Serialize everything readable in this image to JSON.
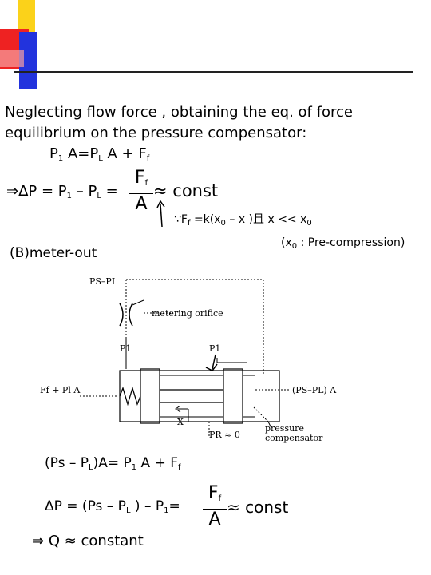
{
  "slide": {
    "intro_line1": "Neglecting flow force , obtaining the eq. of force",
    "intro_line2": "equilibrium on the pressure compensator:",
    "eq1": {
      "a": "P",
      "a_sub": "1",
      "b": " A=P",
      "b_sub": "L",
      "c": " A + F",
      "c_sub": "f"
    },
    "dp_eq": {
      "lead": "⇒ΔP = P",
      "p1_sub": "1",
      "mid": " – P",
      "pl_sub": "L",
      "eq": " =",
      "frac_num": "F",
      "frac_num_sub": "f",
      "frac_den": "A",
      "approx": "≈ const"
    },
    "because": {
      "text": "∵F",
      "f_sub": "f",
      "mid": " =k(x",
      "x0_sub": "0",
      "tail": " – x )且 x << x",
      "x0b_sub": "0"
    },
    "precompression": {
      "pre": "(x",
      "sub": "0",
      "post": " : Pre-compression)"
    },
    "section_label": "(B)meter-out",
    "diagram": {
      "ps_pl": "PS–PL",
      "metering": "metering orifice",
      "p1_left": "P1",
      "p1_right": "P1",
      "force_left": "Ff + Pl A",
      "force_right": "(PS–PL) A",
      "x": "X",
      "pr": "PR ≈ 0",
      "compensator_1": "pressure",
      "compensator_2": "compensator"
    },
    "eq2": {
      "a": "(Ps – P",
      "a_sub": "L",
      "b": ")A= P",
      "b_sub": "1",
      "c": " A + F",
      "c_sub": "f"
    },
    "eq3": {
      "a": "ΔP = (Ps – P",
      "a_sub": "L",
      "b": " ) – P",
      "b_sub": "1",
      "c": "=",
      "frac_num": "F",
      "frac_num_sub": "f",
      "frac_den": "A",
      "approx": "≈ const"
    },
    "result": {
      "arrow": "⇒",
      "text": " Q ≈ constant"
    }
  },
  "colors": {
    "yellow": "#fbd21a",
    "red": "#ee2222",
    "blue": "#2233dd",
    "line": "#000000"
  }
}
